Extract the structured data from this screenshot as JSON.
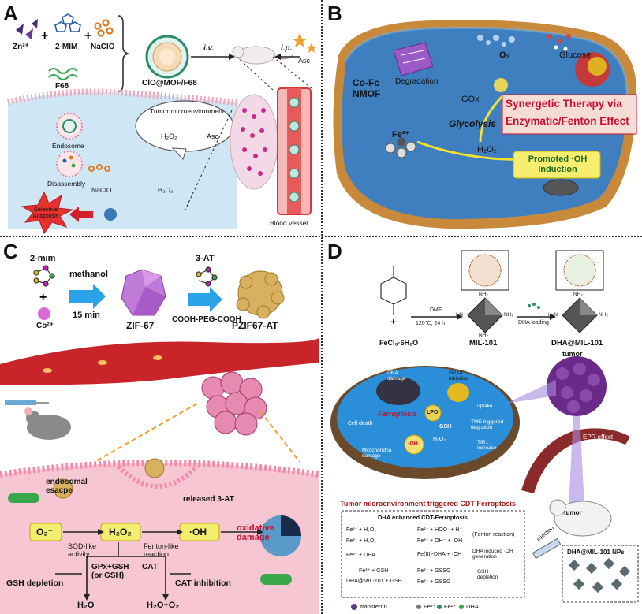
{
  "panels": {
    "A": {
      "label": "A",
      "reagents": [
        "Zn²⁺",
        "2-MIM",
        "NaClO"
      ],
      "f68": "F68",
      "product": "ClO@MOF/F68",
      "iv": "i.v.",
      "ip": "i.p.",
      "asc_top": "Asc",
      "tme_bubble_title": "Tumor microenvironment",
      "bubble_h2o2": "H₂O₂",
      "bubble_asc": "Asc",
      "endosome": "Endosome",
      "disassembly": "Disassembly",
      "naclo": "NaClO",
      "h2o2": "H₂O₂",
      "apoptosis": "Selective Apoptosis",
      "blood_vessel": "Blood vessel"
    },
    "B": {
      "label": "B",
      "nmof": "Co-Fc NMOF",
      "degradation": "Degradation",
      "o2": "O₂",
      "glucose": "Glucose",
      "gox": "GOx",
      "glycolysis": "Glycolysis",
      "fe": "Fe²⁺",
      "h2o2": "H₂O₂",
      "promoted": "Promoted ·OH Induction",
      "title_line1": "Synergetic Therapy via",
      "title_line2": "Enzymatic/Fenton Effect"
    },
    "C": {
      "label": "C",
      "mim": "2-mim",
      "co": "Co²⁺",
      "methanol": "methanol",
      "time": "15 min",
      "zif": "ZIF-67",
      "at": "3-AT",
      "peg": "COOH-PEG-COOH",
      "pzif": "PZIF67-AT",
      "endosomal": "endosomal esacpe",
      "released": "released 3-AT",
      "o2m": "O₂⁻",
      "h2o2": "H₂O₂",
      "oh": "·OH",
      "oxdamage": "oxidative damage",
      "sod": "SOD-like activity",
      "fenton": "Fenton-like reaction",
      "gpx": "GPx+GSH (or GSH)",
      "cat": "CAT",
      "gshdep": "GSH depletion",
      "catinh": "CAT inhibition",
      "h2o": "H₂O",
      "h2oo2": "H₂O+O₂"
    },
    "D": {
      "label": "D",
      "dmf": "DMF",
      "cond": "120℃, 24 h",
      "fecl": "FeCl₃·6H₂O",
      "mil": "MIL-101",
      "dhaload": "DHA loading",
      "dhamil": "DHA@MIL-101",
      "nh2": "NH₂",
      "h2n": "H₂N",
      "tumor_big": "tumor",
      "epr": "EPR effect",
      "dna": "DNA damage",
      "gpx4": "GPX4 inhibition",
      "ferroptosis": "Ferroptosis",
      "celldeath": "Cell death",
      "lpo": "LPO",
      "uptake": "uptake",
      "tme_deg": "TME triggered degration",
      "tfr1": "TfR1 increase",
      "mito": "Mitochondria damage",
      "gsh": "GSH",
      "oh": "·OH",
      "h2o2": "H₂O₂",
      "caption": "Tumor microenvironment triggered CDT-Ferroptosis",
      "box_title": "DHA enhanced CDT-Ferroptosis",
      "rxn": [
        {
          "lhs": "Fe³⁺ + H₂O₂",
          "rhs": "Fe²⁺ + HOO· + H⁺"
        },
        {
          "lhs": "Fe²⁺ + H₂O₂",
          "rhs": "Fe³⁺ + OH⁻ + ·OH"
        },
        {
          "lhs": "Fe²⁺ + DHA",
          "rhs": "Fe(III)-DHA + ·OH"
        },
        {
          "lhs": "Fe³⁺ + GSH",
          "rhs": "Fe²⁺ + GSSG"
        },
        {
          "lhs": "DHA@MIL-101 + GSH",
          "rhs": "Fe²⁺ + GSSG"
        }
      ],
      "fenton_note": "(Fenton reaction)",
      "dha_note": "DHA induced ·OH generation",
      "gsh_note": "GSH depletion",
      "injection": "injection",
      "tumor_mouse": "tumor",
      "nps": "DHA@MIL-101 NPs",
      "legend": [
        "transferrin",
        "Fe³⁺",
        "Fe²⁺",
        "DHA"
      ]
    }
  },
  "colors": {
    "cell_pink": "#f7c6d3",
    "vessel_red": "#d23a3a",
    "cell_blue": "#3a78b8",
    "accent_red": "#c8102e"
  }
}
